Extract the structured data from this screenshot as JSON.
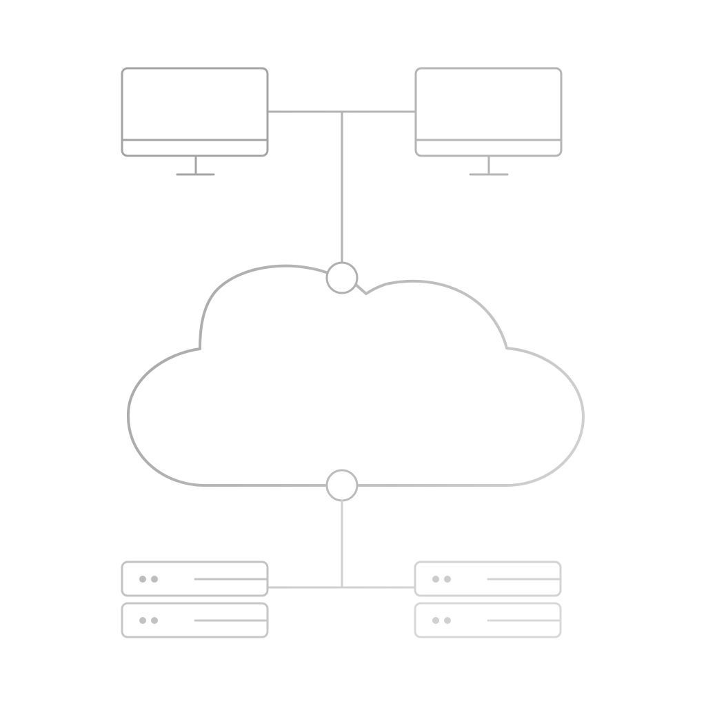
{
  "colors": {
    "background": "#ffffff",
    "stroke_dark": "#9e9e9e",
    "stroke_mid": "#b8b8b8",
    "stroke_light": "#d6d6d6",
    "dot": "#bdbdbd"
  },
  "icons": {
    "monitors": [
      "monitor-icon",
      "monitor-icon"
    ],
    "cloud": "cloud-icon",
    "connection_nodes": [
      "node-icon",
      "node-icon"
    ],
    "servers": [
      "server-unit-icon",
      "server-unit-icon",
      "server-unit-icon",
      "server-unit-icon"
    ]
  },
  "topology": {
    "clients": 2,
    "servers": 4,
    "links": [
      {
        "from": "monitor-left",
        "to": "cloud"
      },
      {
        "from": "monitor-right",
        "to": "cloud"
      },
      {
        "from": "cloud",
        "to": "server-stack-left"
      },
      {
        "from": "cloud",
        "to": "server-stack-right"
      }
    ]
  }
}
